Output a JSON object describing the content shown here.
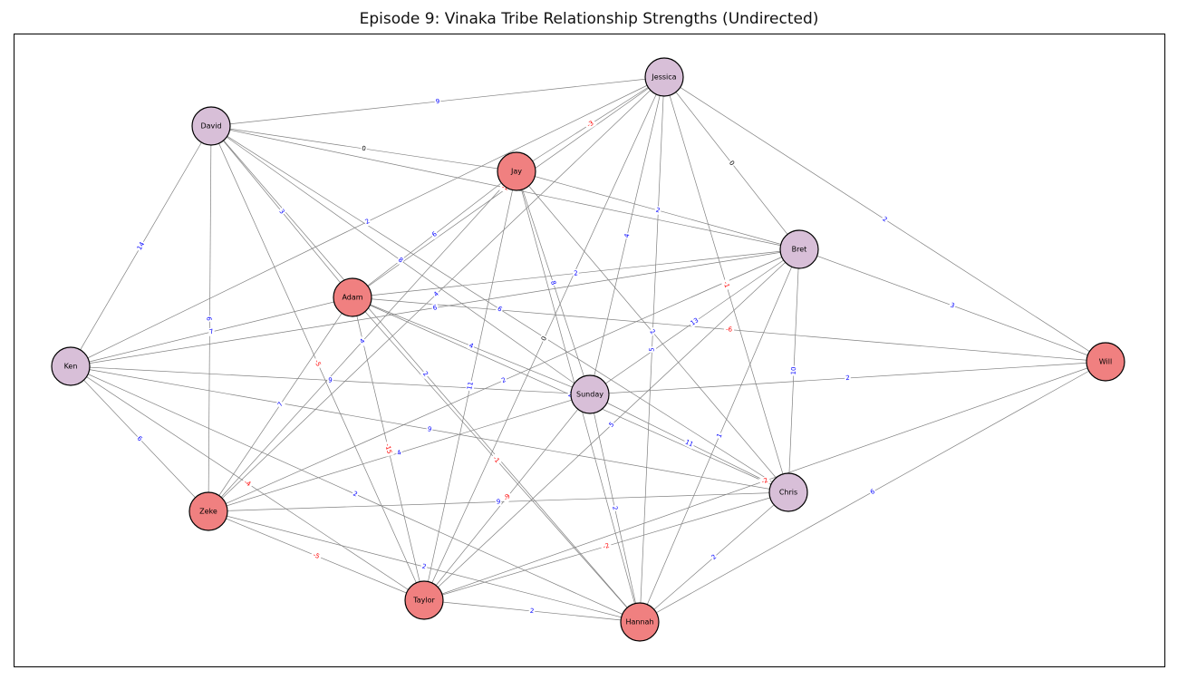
{
  "title": "Episode 9: Vinaka Tribe Relationship Strengths (Undirected)",
  "colors": {
    "group_a": "#d8bfd8",
    "group_b": "#f08080",
    "positive_label": "#0000ff",
    "negative_label": "#ff0000",
    "neutral_label": "#000000",
    "edge": "#808080"
  },
  "nodes": [
    {
      "id": "Jessica",
      "label": "Jessica",
      "group": "group_a"
    },
    {
      "id": "David",
      "label": "David",
      "group": "group_a"
    },
    {
      "id": "Jay",
      "label": "Jay",
      "group": "group_b"
    },
    {
      "id": "Bret",
      "label": "Bret",
      "group": "group_a"
    },
    {
      "id": "Adam",
      "label": "Adam",
      "group": "group_b"
    },
    {
      "id": "Ken",
      "label": "Ken",
      "group": "group_a"
    },
    {
      "id": "Will",
      "label": "Will",
      "group": "group_b"
    },
    {
      "id": "Sunday",
      "label": "Sunday",
      "group": "group_a"
    },
    {
      "id": "Chris",
      "label": "Chris",
      "group": "group_a"
    },
    {
      "id": "Zeke",
      "label": "Zeke",
      "group": "group_b"
    },
    {
      "id": "Taylor",
      "label": "Taylor",
      "group": "group_b"
    },
    {
      "id": "Hannah",
      "label": "Hannah",
      "group": "group_b"
    }
  ],
  "edges": [
    {
      "source": "David",
      "target": "Jessica",
      "weight": 9
    },
    {
      "source": "Jessica",
      "target": "Jay",
      "weight": -3
    },
    {
      "source": "Jessica",
      "target": "Bret",
      "weight": 0
    },
    {
      "source": "Jessica",
      "target": "Will",
      "weight": 2
    },
    {
      "source": "Jessica",
      "target": "Sunday",
      "weight": 4
    },
    {
      "source": "Jessica",
      "target": "Hannah",
      "weight": 5
    },
    {
      "source": "Jessica",
      "target": "Chris",
      "weight": -1
    },
    {
      "source": "Jessica",
      "target": "Taylor",
      "weight": 0
    },
    {
      "source": "Jessica",
      "target": "Ken",
      "weight": 2
    },
    {
      "source": "Jessica",
      "target": "Adam",
      "weight": -3
    },
    {
      "source": "Jessica",
      "target": "Zeke",
      "weight": 4
    },
    {
      "source": "David",
      "target": "Jay",
      "weight": 0
    },
    {
      "source": "David",
      "target": "Bret",
      "weight": -1
    },
    {
      "source": "David",
      "target": "Adam",
      "weight": 3
    },
    {
      "source": "David",
      "target": "Sunday",
      "weight": 8
    },
    {
      "source": "David",
      "target": "Ken",
      "weight": 14
    },
    {
      "source": "David",
      "target": "Zeke",
      "weight": 9
    },
    {
      "source": "David",
      "target": "Taylor",
      "weight": -5
    },
    {
      "source": "David",
      "target": "Hannah",
      "weight": 2
    },
    {
      "source": "David",
      "target": "Chris",
      "weight": 6
    },
    {
      "source": "Jay",
      "target": "Bret",
      "weight": 2
    },
    {
      "source": "Jay",
      "target": "Adam",
      "weight": 6
    },
    {
      "source": "Jay",
      "target": "Sunday",
      "weight": 8
    },
    {
      "source": "Jay",
      "target": "Taylor",
      "weight": 11
    },
    {
      "source": "Jay",
      "target": "Zeke",
      "weight": 4
    },
    {
      "source": "Jay",
      "target": "Chris",
      "weight": 2
    },
    {
      "source": "Jay",
      "target": "Hannah",
      "weight": 8
    },
    {
      "source": "Bret",
      "target": "Adam",
      "weight": 2
    },
    {
      "source": "Bret",
      "target": "Ken",
      "weight": 6
    },
    {
      "source": "Bret",
      "target": "Will",
      "weight": 3
    },
    {
      "source": "Bret",
      "target": "Sunday",
      "weight": 13
    },
    {
      "source": "Bret",
      "target": "Chris",
      "weight": 10
    },
    {
      "source": "Bret",
      "target": "Hannah",
      "weight": 1
    },
    {
      "source": "Bret",
      "target": "Zeke",
      "weight": 2
    },
    {
      "source": "Bret",
      "target": "Taylor",
      "weight": 5
    },
    {
      "source": "Adam",
      "target": "Ken",
      "weight": 7
    },
    {
      "source": "Adam",
      "target": "Will",
      "weight": -6
    },
    {
      "source": "Adam",
      "target": "Sunday",
      "weight": 4
    },
    {
      "source": "Adam",
      "target": "Zeke",
      "weight": 7
    },
    {
      "source": "Adam",
      "target": "Taylor",
      "weight": -15
    },
    {
      "source": "Adam",
      "target": "Hannah",
      "weight": -1
    },
    {
      "source": "Adam",
      "target": "Chris",
      "weight": 2
    },
    {
      "source": "Ken",
      "target": "Sunday",
      "weight": 9
    },
    {
      "source": "Ken",
      "target": "Zeke",
      "weight": 6
    },
    {
      "source": "Ken",
      "target": "Chris",
      "weight": 9
    },
    {
      "source": "Ken",
      "target": "Taylor",
      "weight": -4
    },
    {
      "source": "Ken",
      "target": "Hannah",
      "weight": 2
    },
    {
      "source": "Will",
      "target": "Sunday",
      "weight": 2
    },
    {
      "source": "Will",
      "target": "Hannah",
      "weight": 6
    },
    {
      "source": "Will",
      "target": "Taylor",
      "weight": -2
    },
    {
      "source": "Sunday",
      "target": "Chris",
      "weight": 11
    },
    {
      "source": "Sunday",
      "target": "Zeke",
      "weight": 4
    },
    {
      "source": "Sunday",
      "target": "Taylor",
      "weight": -9
    },
    {
      "source": "Sunday",
      "target": "Hannah",
      "weight": 2
    },
    {
      "source": "Chris",
      "target": "Zeke",
      "weight": 9
    },
    {
      "source": "Chris",
      "target": "Taylor",
      "weight": -2
    },
    {
      "source": "Chris",
      "target": "Hannah",
      "weight": 2
    },
    {
      "source": "Zeke",
      "target": "Taylor",
      "weight": -5
    },
    {
      "source": "Zeke",
      "target": "Hannah",
      "weight": 2
    },
    {
      "source": "Taylor",
      "target": "Hannah",
      "weight": 2
    }
  ]
}
